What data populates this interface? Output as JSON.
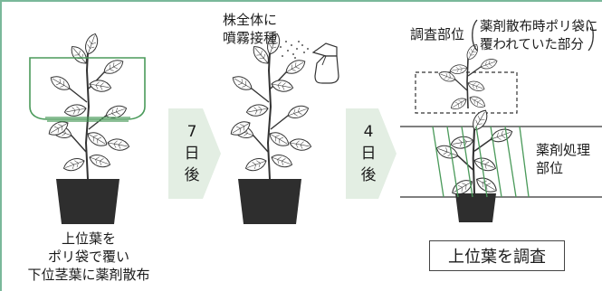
{
  "step1": {
    "caption_lines": [
      "上位葉を",
      "ポリ袋で覆い",
      "下位茎葉に薬剤散布"
    ]
  },
  "arrow1": {
    "label_lines": [
      "7",
      "日",
      "後"
    ]
  },
  "step2": {
    "caption_lines": [
      "株全体に",
      "噴霧接種"
    ]
  },
  "arrow2": {
    "label_lines": [
      "4",
      "日",
      "後"
    ]
  },
  "step3": {
    "survey_label": "調査部位",
    "survey_note_lines": [
      "薬剤散布時ポリ袋に",
      "覆われていた部分"
    ],
    "treated_label_lines": [
      "薬剤処理",
      "部位"
    ],
    "result_label": "上位葉を調査"
  },
  "colors": {
    "frame": "#7ab89a",
    "arrow_fill": "#e3eee3",
    "bag_green": "#4a9a5a",
    "pot": "#2e2e2e"
  }
}
